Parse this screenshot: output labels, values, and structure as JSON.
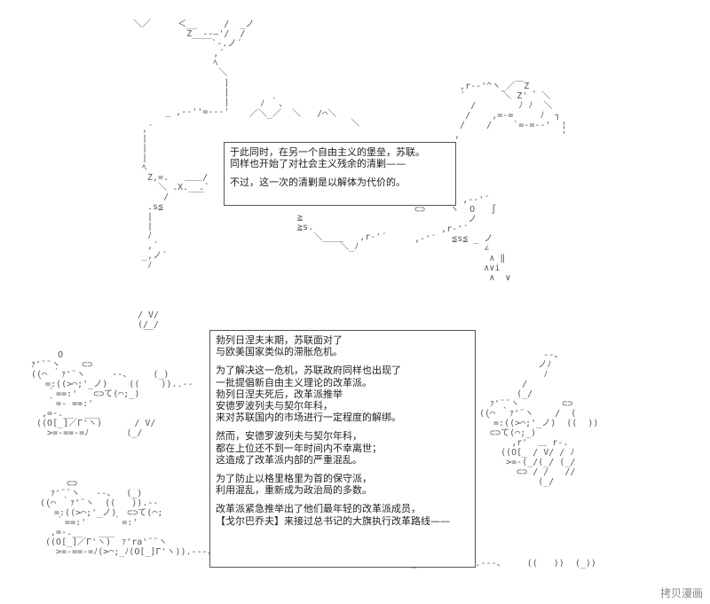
{
  "box_top": {
    "lines": [
      "于此同时，在另一个自由主义的堡垒，苏联。",
      "同样也开始了对社会主义残余的清剿——",
      "不过，这一次的清剿是以解体为代价的。"
    ]
  },
  "box_main": {
    "lines": [
      "勃列日涅夫末期，苏联面对了",
      "与欧美国家类似的滞胀危机。",
      "为了解决这一危机，苏联政府同样也出现了",
      "一批提倡新自由主义理论的改革派。",
      "勃列日涅夫死后，改革派推举",
      "安德罗波列夫与契尔年科，",
      "来对苏联国内的市场进行一定程度的解绑。",
      "然而，安德罗波列夫与契尔年科，",
      "都在上位还不到一年时间内不幸离世；",
      "这造成了改革派内部的严重混乱。",
      "为了防止以格里格里为首的保守派，",
      "利用混乱，重新成为政治局的多数。",
      "改革派紧急推举出了他们最年轻的改革派成员，",
      "【戈尔巴乔夫】来接过总书记的大旗执行改革路线——"
    ]
  },
  "watermark": "拷贝漫画"
}
